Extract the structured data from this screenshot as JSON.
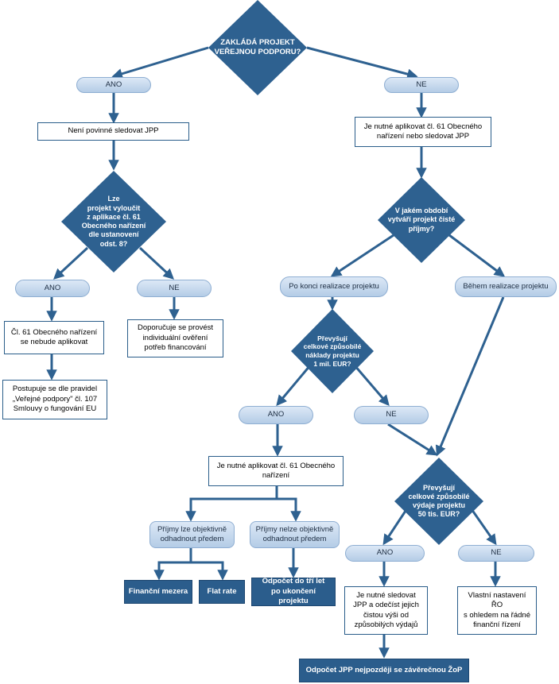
{
  "colors": {
    "arrow": "#2e6190",
    "diamond_fill": "#2e6190",
    "box_border": "#2a5d8a",
    "dark_fill": "#2b5d8c",
    "pill_fill": "#c8dbef"
  },
  "nodes": {
    "q_state_aid": "ZAKLÁDÁ PROJEKT\nVEŘEJNOU PODPORU?",
    "ano_1": "ANO",
    "ne_1": "NE",
    "not_required": "Není povinné sledovat JPP",
    "must_apply": "Je nutné aplikovat čl. 61 Obecného\nnařízení nebo sledovat JPP",
    "q_exclude": "Lze\nprojekt vyloučit\nz aplikace čl. 61\nObecného nařízení\ndle ustanovení\nodst. 8?",
    "q_period": "V jakém období\nvytváří projekt čisté\npříjmy?",
    "ano_2": "ANO",
    "ne_2": "NE",
    "art61_not_applied": "Čl. 61 Obecného nařízení\nse nebude aplikovat",
    "recommend_verify": "Doporučuje se provést\nindividuální ověření\npotřeb financování",
    "state_aid_rules": "Postupuje se dle pravidel\n„Veřejné podpory\" čl. 107\nSmlouvy o fungování EU",
    "after_completion": "Po konci realizace projektu",
    "during_implementation": "Během realizace projektu",
    "q_1m": "Převyšují\ncelkové způsobilé\nnáklady projektu\n1 mil. EUR?",
    "ano_3": "ANO",
    "ne_3": "NE",
    "must_apply_61": "Je nutné aplikovat čl. 61 Obecného\nnařízení",
    "q_50k": "Převyšují\ncelkové způsobilé\nvýdaje projektu\n50 tis. EUR?",
    "income_objective": "Příjmy lze objektivně\nodhadnout předem",
    "income_not_objective": "Příjmy nelze objektivně\nodhadnout předem",
    "ano_4": "ANO",
    "ne_4": "NE",
    "financial_gap": "Finanční mezera",
    "flat_rate": "Flat rate",
    "deduct_3y": "Odpočet do tří let\npo ukončení projektu",
    "monitor_jpp": "Je nutné sledovat\nJPP a odečíst jejich\nčistou výši od\nzpůsobilých výdajů",
    "own_settings": "Vlastní nastavení ŘO\ns ohledem na řádné\nfinanční řízení",
    "deduct_final": "Odpočet JPP nejpozději se závěrečnou ŽoP"
  }
}
